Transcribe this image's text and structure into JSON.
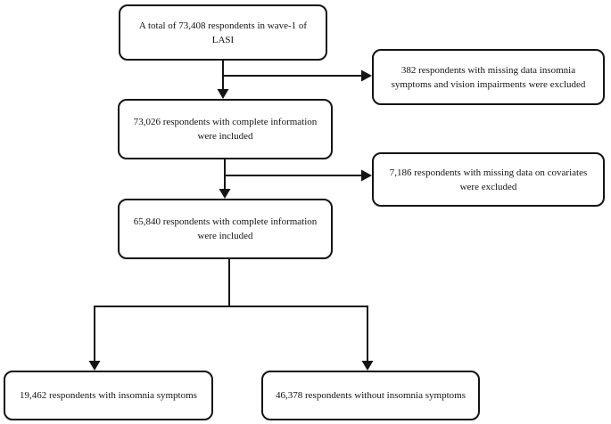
{
  "canvas": {
    "background_color": "#ffffff",
    "line_color": "#141414",
    "text_color": "#141414"
  },
  "flowchart": {
    "nodes": [
      {
        "id": "wave1-total",
        "text": "A total of 73,408 respondents in wave-1 of\nLASI"
      },
      {
        "id": "excluded-insomnia-vision",
        "text": "382 respondents with missing data insomnia\nsymptoms and vision impairments were excluded"
      },
      {
        "id": "included-73026",
        "text": "73,026 respondents with complete information\nwere included"
      },
      {
        "id": "excluded-covariates",
        "text": "7,186 respondents with missing data on covariates\nwere excluded"
      },
      {
        "id": "included-65840",
        "text": "65,840 respondents with complete information\nwere included"
      },
      {
        "id": "insomnia-group",
        "text": "19,462  respondents with insomnia symptoms"
      },
      {
        "id": "no-insomnia-group",
        "text": "46,378  respondents without insomnia symptoms"
      }
    ]
  }
}
